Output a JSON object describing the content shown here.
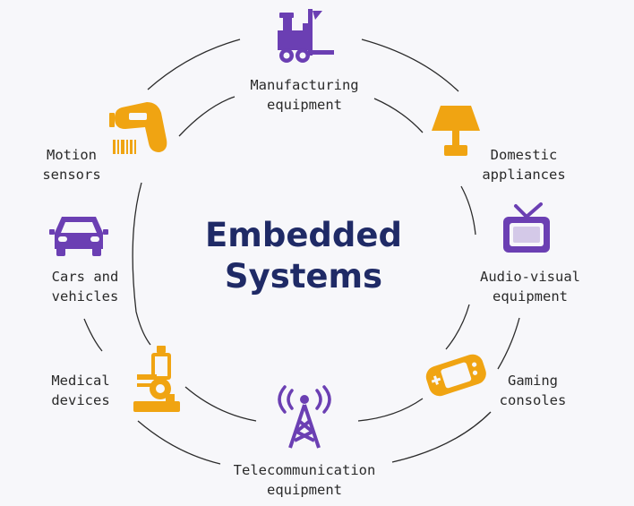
{
  "title": {
    "line1": "Embedded",
    "line2": "Systems"
  },
  "items": [
    {
      "id": "manufacturing",
      "line1": "Manufacturing",
      "line2": "equipment",
      "icon": "forklift-icon",
      "color": "#6b3fb3"
    },
    {
      "id": "domestic",
      "line1": "Domestic",
      "line2": "appliances",
      "icon": "lamp-icon",
      "color": "#f0a412"
    },
    {
      "id": "audio-visual",
      "line1": "Audio-visual",
      "line2": "equipment",
      "icon": "tv-icon",
      "color": "#6b3fb3"
    },
    {
      "id": "gaming",
      "line1": "Gaming",
      "line2": "consoles",
      "icon": "game-console-icon",
      "color": "#f0a412"
    },
    {
      "id": "telecom",
      "line1": "Telecommunication",
      "line2": "equipment",
      "icon": "antenna-tower-icon",
      "color": "#6b3fb3"
    },
    {
      "id": "medical",
      "line1": "Medical",
      "line2": "devices",
      "icon": "microscope-icon",
      "color": "#f0a412"
    },
    {
      "id": "cars",
      "line1": "Cars and",
      "line2": "vehicles",
      "icon": "car-icon",
      "color": "#6b3fb3"
    },
    {
      "id": "motion",
      "line1": "Motion",
      "line2": "sensors",
      "icon": "barcode-scanner-icon",
      "color": "#f0a412"
    }
  ]
}
